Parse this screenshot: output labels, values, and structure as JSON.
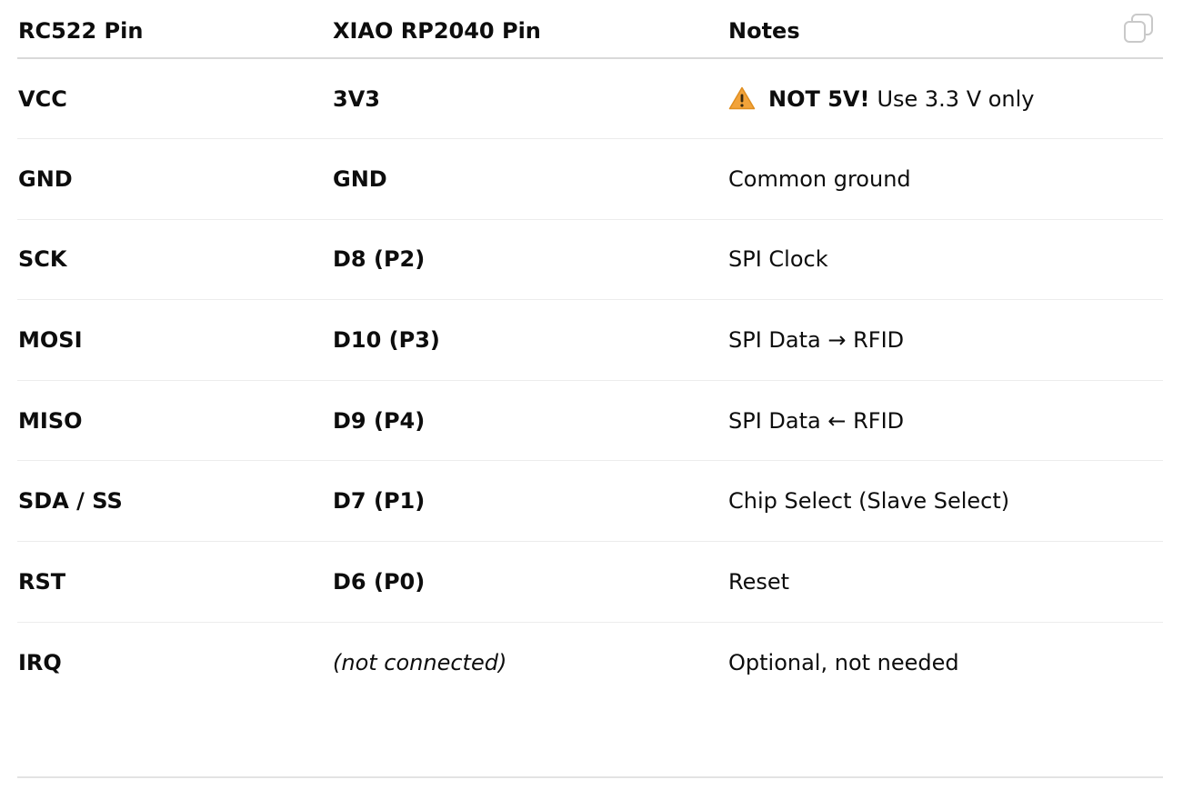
{
  "table": {
    "headers": [
      "RC522 Pin",
      "XIAO RP2040 Pin",
      "Notes"
    ],
    "rows": [
      {
        "rc522": "VCC",
        "xiao": "3V3",
        "note_strong": "NOT 5V!",
        "note": "Use 3.3 V only",
        "icon": "warning-icon"
      },
      {
        "rc522": "GND",
        "xiao": "GND",
        "note": "Common ground"
      },
      {
        "rc522": "SCK",
        "xiao": "D8 (P2)",
        "note": "SPI Clock"
      },
      {
        "rc522": "MOSI",
        "xiao": "D10 (P3)",
        "note": "SPI Data → RFID"
      },
      {
        "rc522": "MISO",
        "xiao": "D9 (P4)",
        "note": "SPI Data ← RFID"
      },
      {
        "rc522": "SDA / SS",
        "xiao": "D7 (P1)",
        "note": "Chip Select (Slave Select)"
      },
      {
        "rc522": "RST",
        "xiao": "D6 (P0)",
        "note": "Reset"
      },
      {
        "rc522": "IRQ",
        "xiao": "(not connected)",
        "note": "Optional, not needed"
      }
    ]
  },
  "toolbar": {
    "copy_icon": "copy-icon"
  },
  "colors": {
    "text": "#0d0d0d",
    "header_rule": "#d9d9d9",
    "row_rule": "#ececec",
    "warning_fill": "#f2a33a"
  }
}
